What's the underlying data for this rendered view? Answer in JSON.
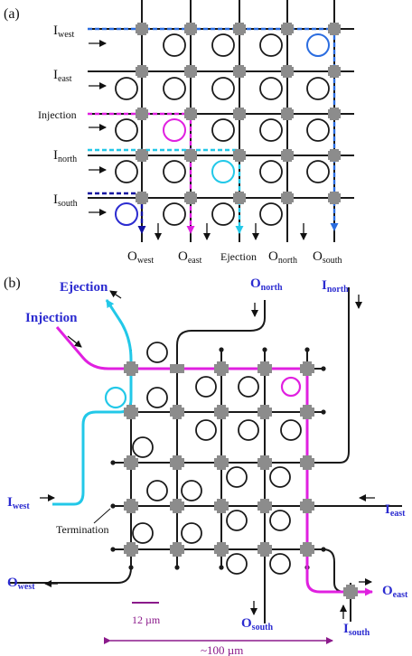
{
  "panel_a": {
    "label": "(a)",
    "inputs": {
      "west": {
        "main": "I",
        "sub": "west"
      },
      "east": {
        "main": "I",
        "sub": "east"
      },
      "injection": "Injection",
      "north": {
        "main": "I",
        "sub": "north"
      },
      "south": {
        "main": "I",
        "sub": "south"
      }
    },
    "outputs": {
      "west": {
        "main": "O",
        "sub": "west"
      },
      "east": {
        "main": "O",
        "sub": "east"
      },
      "ejection": "Ejection",
      "north": {
        "main": "O",
        "sub": "north"
      },
      "south": {
        "main": "O",
        "sub": "south"
      }
    }
  },
  "panel_b": {
    "label": "(b)",
    "ejection": "Ejection",
    "injection": "Injection",
    "o_north": {
      "main": "O",
      "sub": "north"
    },
    "i_north": {
      "main": "I",
      "sub": "north"
    },
    "i_west": {
      "main": "I",
      "sub": "west"
    },
    "termination": "Termination",
    "i_east": {
      "main": "I",
      "sub": "east"
    },
    "o_west": {
      "main": "O",
      "sub": "west"
    },
    "o_east": {
      "main": "O",
      "sub": "east"
    },
    "o_south": {
      "main": "O",
      "sub": "south"
    },
    "i_south": {
      "main": "I",
      "sub": "south"
    },
    "scale_small": "12 µm",
    "scale_large": "~100 µm"
  },
  "colors": {
    "waveguide": "#1a1a1a",
    "switch": "#8c8c8c",
    "blue_path": "#2b6de0",
    "magenta_path": "#e020e0",
    "cyan_path": "#22c8e8",
    "navy_path": "#1010a0",
    "label_blue": "#2b2bd0",
    "scale": "#8b1a8b"
  }
}
